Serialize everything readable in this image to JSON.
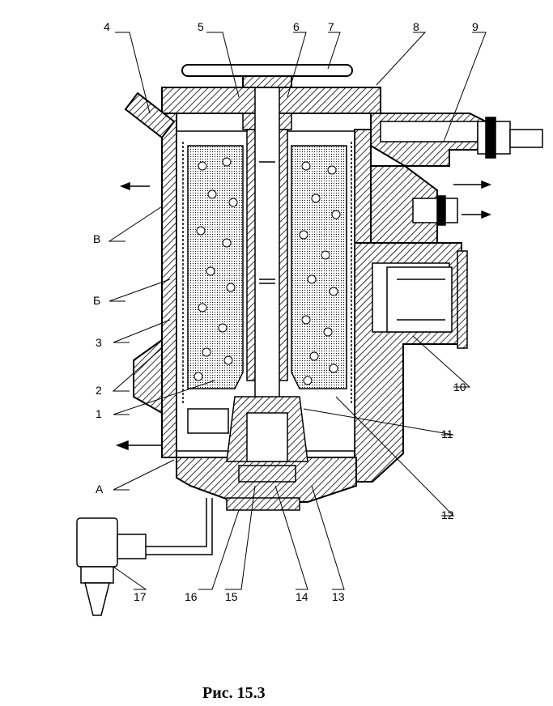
{
  "figure": {
    "caption": "Рис. 15.3",
    "callouts": {
      "c1": "1",
      "c2": "2",
      "c3": "3",
      "c4": "4",
      "c5": "5",
      "c6": "6",
      "c7": "7",
      "c8": "8",
      "c9": "9",
      "c10": "10",
      "c11": "11",
      "c12": "12",
      "c13": "13",
      "c14": "14",
      "c15": "15",
      "c16": "16",
      "c17": "17",
      "cV": "В",
      "cB": "Б",
      "cA": "А"
    }
  }
}
